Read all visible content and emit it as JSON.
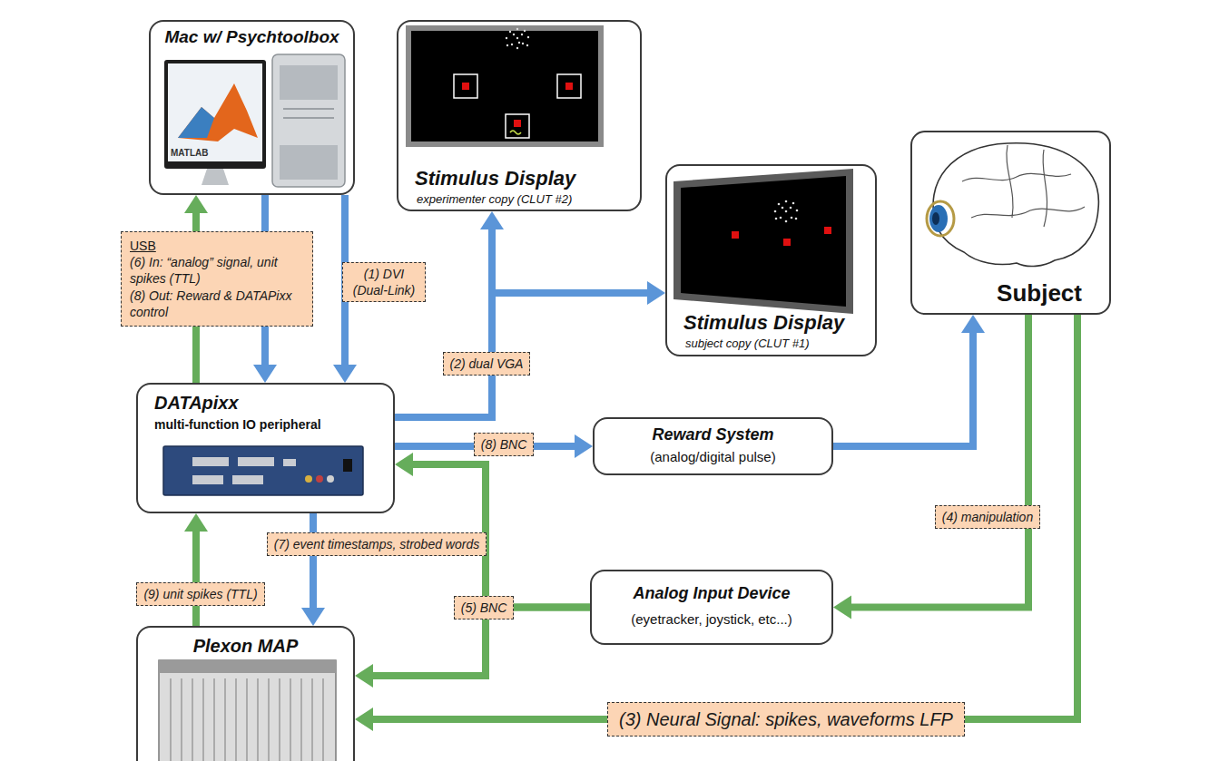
{
  "diagram": {
    "nodes": [
      {
        "text": [
          "Mac w/ Psychtoolbox"
        ]
      },
      {
        "text": [
          "Stimulus Display",
          "experimenter copy (CLUT #2)"
        ]
      },
      {
        "text": [
          "Stimulus Display",
          "subject copy (CLUT #1)"
        ]
      },
      {
        "text": [
          "Subject"
        ]
      },
      {
        "text": [
          "DATApixx",
          "multi-function IO peripheral"
        ]
      },
      {
        "text": [
          "Reward System",
          "(analog/digital pulse)"
        ]
      },
      {
        "text": [
          "Analog Input Device",
          "(eyetracker, joystick, etc...)"
        ]
      },
      {
        "text": [
          "Plexon MAP"
        ]
      }
    ],
    "edges": [
      {
        "from": 0,
        "to": 4,
        "label": "(8) Out: Reward & DATAPixx control",
        "arrow": "to"
      },
      {
        "from": 4,
        "to": 0,
        "label": "(6) In: “analog” signal, unit spikes (TTL)",
        "arrow": "to"
      },
      {
        "from": 0,
        "to": 4,
        "label": "(1) DVI (Dual-Link)",
        "arrow": "to"
      },
      {
        "from": 4,
        "to": 1,
        "label": "(2) dual VGA",
        "arrow": "to"
      },
      {
        "from": 4,
        "to": 2,
        "arrow": "to"
      },
      {
        "from": 4,
        "to": 5,
        "label": "(8) BNC",
        "arrow": "to"
      },
      {
        "from": 5,
        "to": 3,
        "arrow": "to"
      },
      {
        "from": 3,
        "to": 6,
        "label": "(4) manipulation",
        "arrow": "to"
      },
      {
        "from": 6,
        "to": 4,
        "label": "(5) BNC",
        "arrow": "to"
      },
      {
        "from": 6,
        "to": 7,
        "arrow": "to"
      },
      {
        "from": 4,
        "to": 7,
        "label": "(7) event timestamps, strobed words",
        "arrow": "to"
      },
      {
        "from": 7,
        "to": 4,
        "label": "(9) unit spikes (TTL)",
        "arrow": "to"
      },
      {
        "from": 3,
        "to": 7,
        "label": "(3) Neural Signal: spikes, waveforms LFP",
        "arrow": "to"
      }
    ],
    "labels": [
      "MATLAB",
      "USB"
    ]
  }
}
